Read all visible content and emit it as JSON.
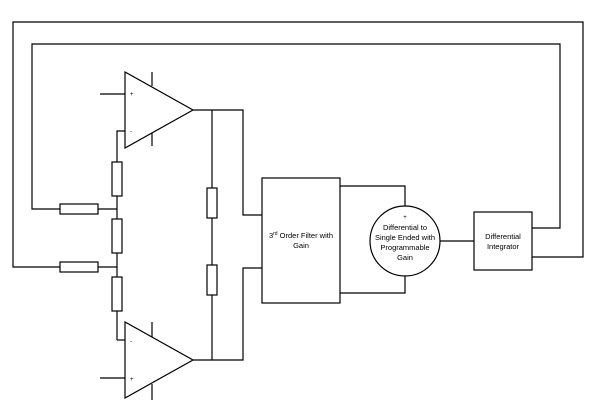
{
  "blocks": {
    "filter": {
      "line1_number": "3",
      "line1_superscript": "rd",
      "line1_rest": " Order Filter with",
      "line2": "Gain"
    },
    "diff_to_single": {
      "sign": "+",
      "lines": [
        "Differential to",
        "Single Ended with",
        "Programmable",
        "Gain"
      ]
    },
    "integrator": {
      "lines": [
        "Differential",
        "Integrator"
      ]
    }
  },
  "op_amps": {
    "upper": {
      "plus": "+",
      "minus": "-"
    },
    "lower": {
      "minus": "-",
      "plus": "+"
    }
  }
}
